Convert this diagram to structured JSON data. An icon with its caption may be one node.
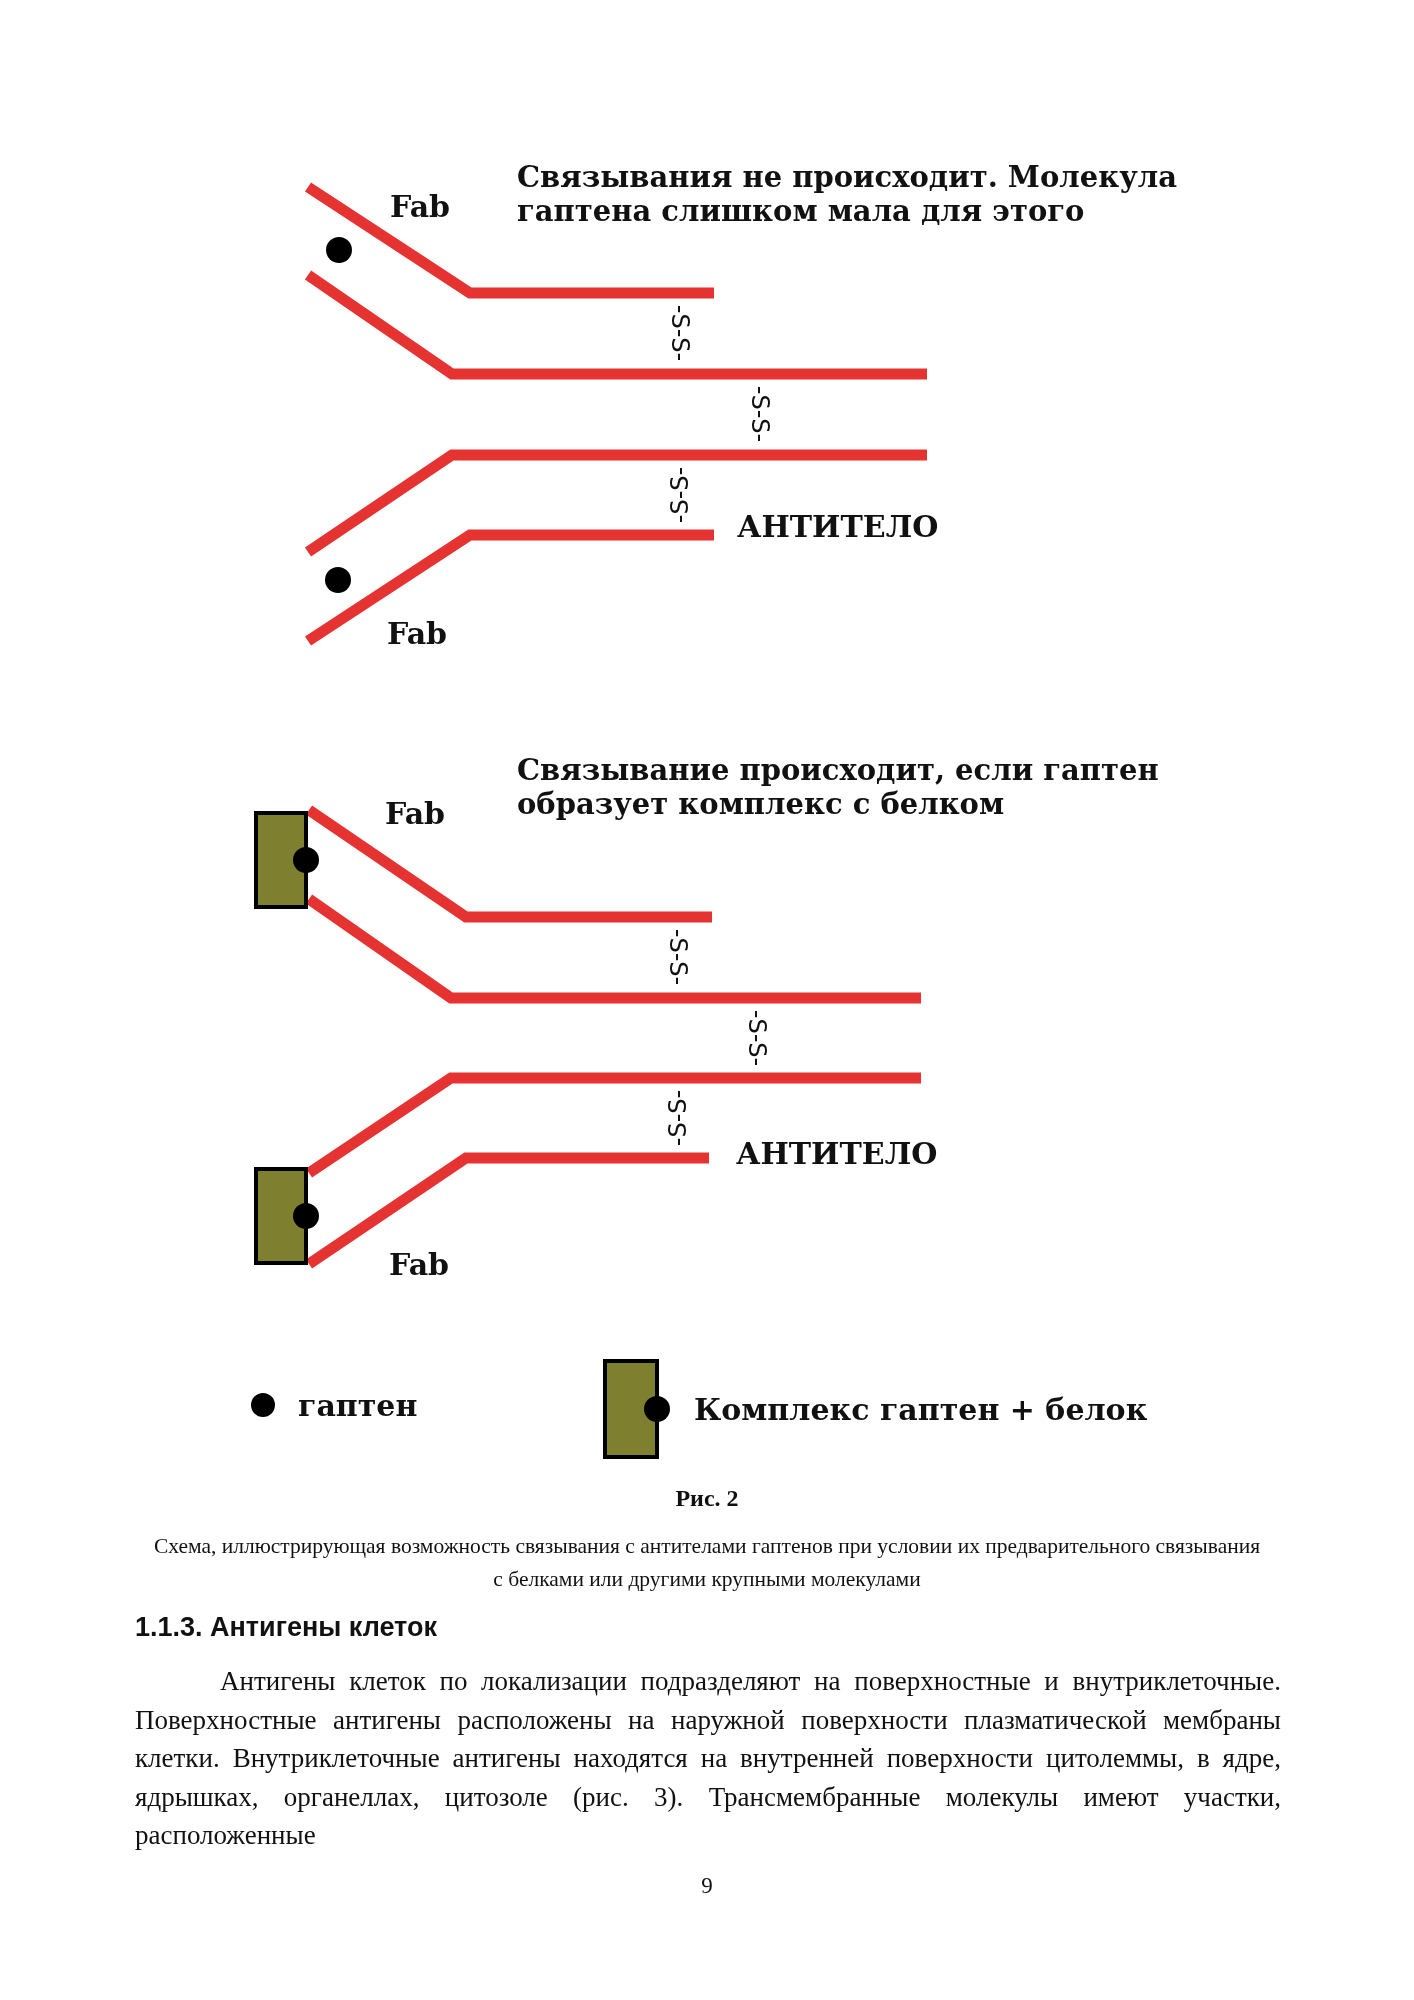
{
  "diagram": {
    "title": "Рис. 2",
    "caption": "Схема, иллюстрирующая возможность связывания с антителами гаптенов при условии их предварительного связывания с белками или другими крупными молекулами",
    "labels": [
      "Связывания не происходит. Молекула гаптена слишком мала для этого",
      "Fab",
      "-S-S-",
      "-S-S-",
      "-S-S-",
      "АНТИТЕЛО",
      "Fab",
      "Связывание происходит, если гаптен образует комплекс с белком",
      "Fab",
      "-S-S-",
      "-S-S-",
      "-S-S-",
      "АНТИТЕЛО",
      "Fab",
      "1.1.3. Антигены клеток",
      "Антигены клеток по локализации подразделяют на поверхностные и внутриклеточные. Поверхностные антигены расположены на наружной поверхности плазматической мембраны клетки. Внутриклеточные антигены находятся на внутренней поверхности цитолеммы, в ядре, ядрышках, органеллах, цитозоле (рис. 3). Трансмембранные молекулы имеют участки, расположенные",
      "9"
    ],
    "legend": [
      {
        "text": "гаптен"
      },
      {
        "text": "Комплекс гаптен + белок"
      }
    ]
  }
}
